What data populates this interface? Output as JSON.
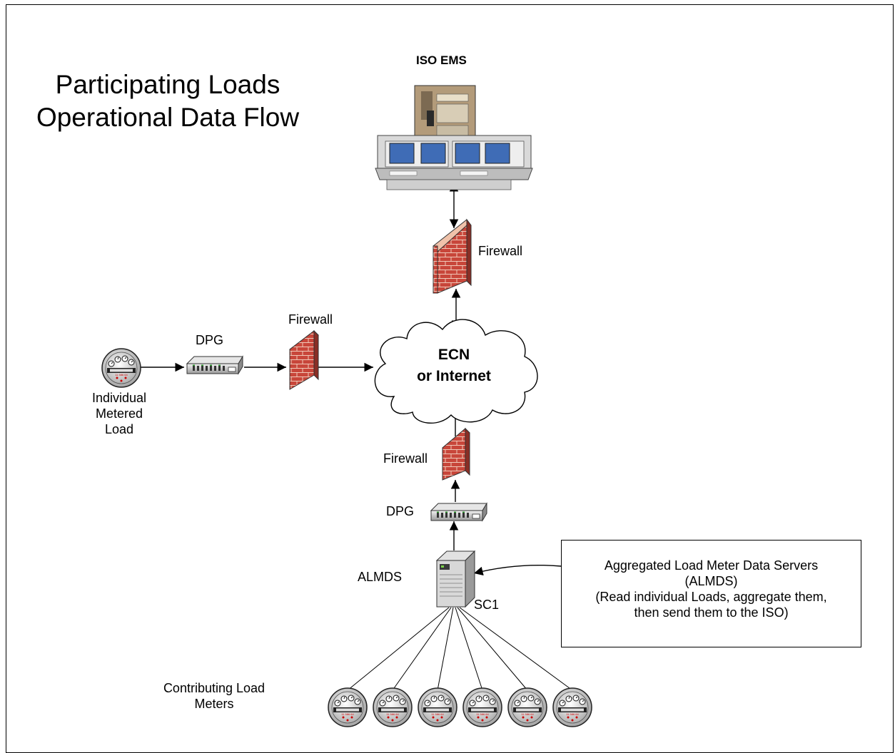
{
  "title": "Participating Loads Operational Data Flow",
  "nodes": {
    "iso_ems": "ISO EMS",
    "firewall_top": "Firewall",
    "firewall_left": "Firewall",
    "firewall_bottom": "Firewall",
    "dpg_left": "DPG",
    "dpg_bottom": "DPG",
    "cloud_line1": "ECN",
    "cloud_line2": "or Internet",
    "individual_meter": "Individual Metered Load",
    "almds": "ALMDS",
    "sc1": "SC1",
    "contributing_meters": "Contributing Load Meters"
  },
  "note": {
    "line1": "Aggregated Load Meter Data Servers",
    "line2": "(ALMDS)",
    "line3": "(Read individual Loads, aggregate them,",
    "line4": "then send them to the ISO)"
  },
  "meter_reading": "11 586 64"
}
